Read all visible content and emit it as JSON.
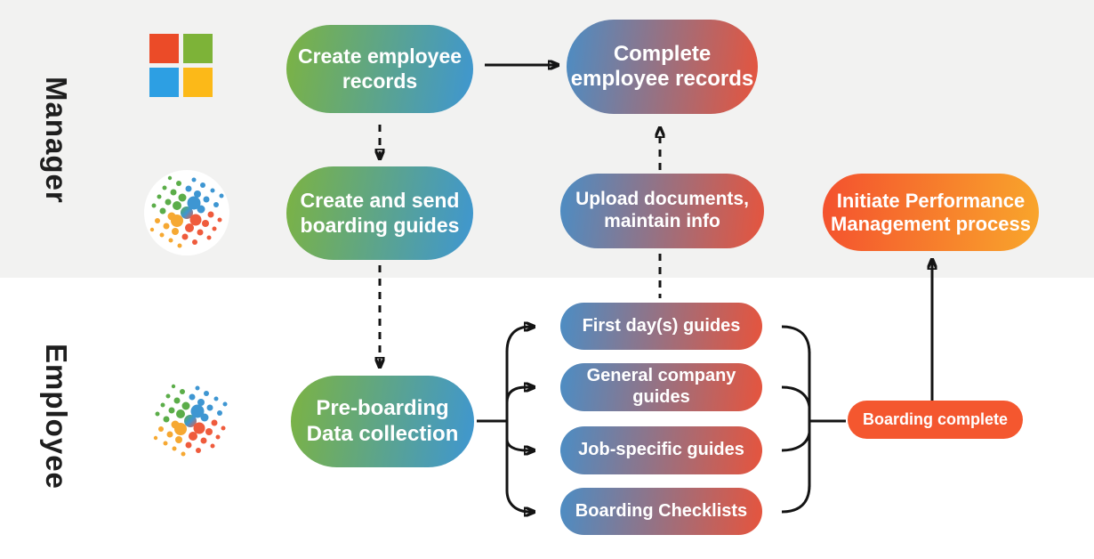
{
  "lanes": {
    "manager": "Manager",
    "employee": "Employee"
  },
  "nodes": {
    "create_records": "Create employee\nrecords",
    "complete_records": "Complete\nemployee records",
    "create_send_guides": "Create and send\nboarding guides",
    "upload_docs": "Upload documents,\nmaintain info",
    "initiate_pm": "Initiate Performance\nManagement process",
    "pre_boarding": "Pre-boarding\nData collection",
    "first_day_guides": "First day(s) guides",
    "general_company_guides": "General company guides",
    "job_specific_guides": "Job-specific guides",
    "boarding_checklists": "Boarding Checklists",
    "boarding_complete": "Boarding complete"
  },
  "icons": {
    "manager_system": "microsoft-logo",
    "boarding_system": "people-dots-icon"
  },
  "colors": {
    "manager_lane_bg": "#F2F2F1",
    "employee_lane_bg": "#FFFFFF",
    "pill_gradient_green": "#7CB342",
    "pill_gradient_blue": "#3E96D2",
    "pill_gradient_blue2": "#4C8DC4",
    "pill_gradient_red": "#E6543D",
    "pill_gradient_orange_red": "#F4512E",
    "pill_gradient_yellow": "#F9A62B",
    "pill_solid_orange": "#F4572F",
    "connector": "#141414",
    "pill_text": "#FFFFFF",
    "lane_label_text": "#1E1E1E",
    "ms_red": "#EB4B28",
    "ms_green": "#7DB338",
    "ms_blue": "#2D9FE3",
    "ms_yellow": "#FCB918",
    "dot_green": "#5BAD49",
    "dot_blue": "#3E96D2",
    "dot_orange": "#F6A832",
    "dot_red": "#EF5B3C"
  }
}
